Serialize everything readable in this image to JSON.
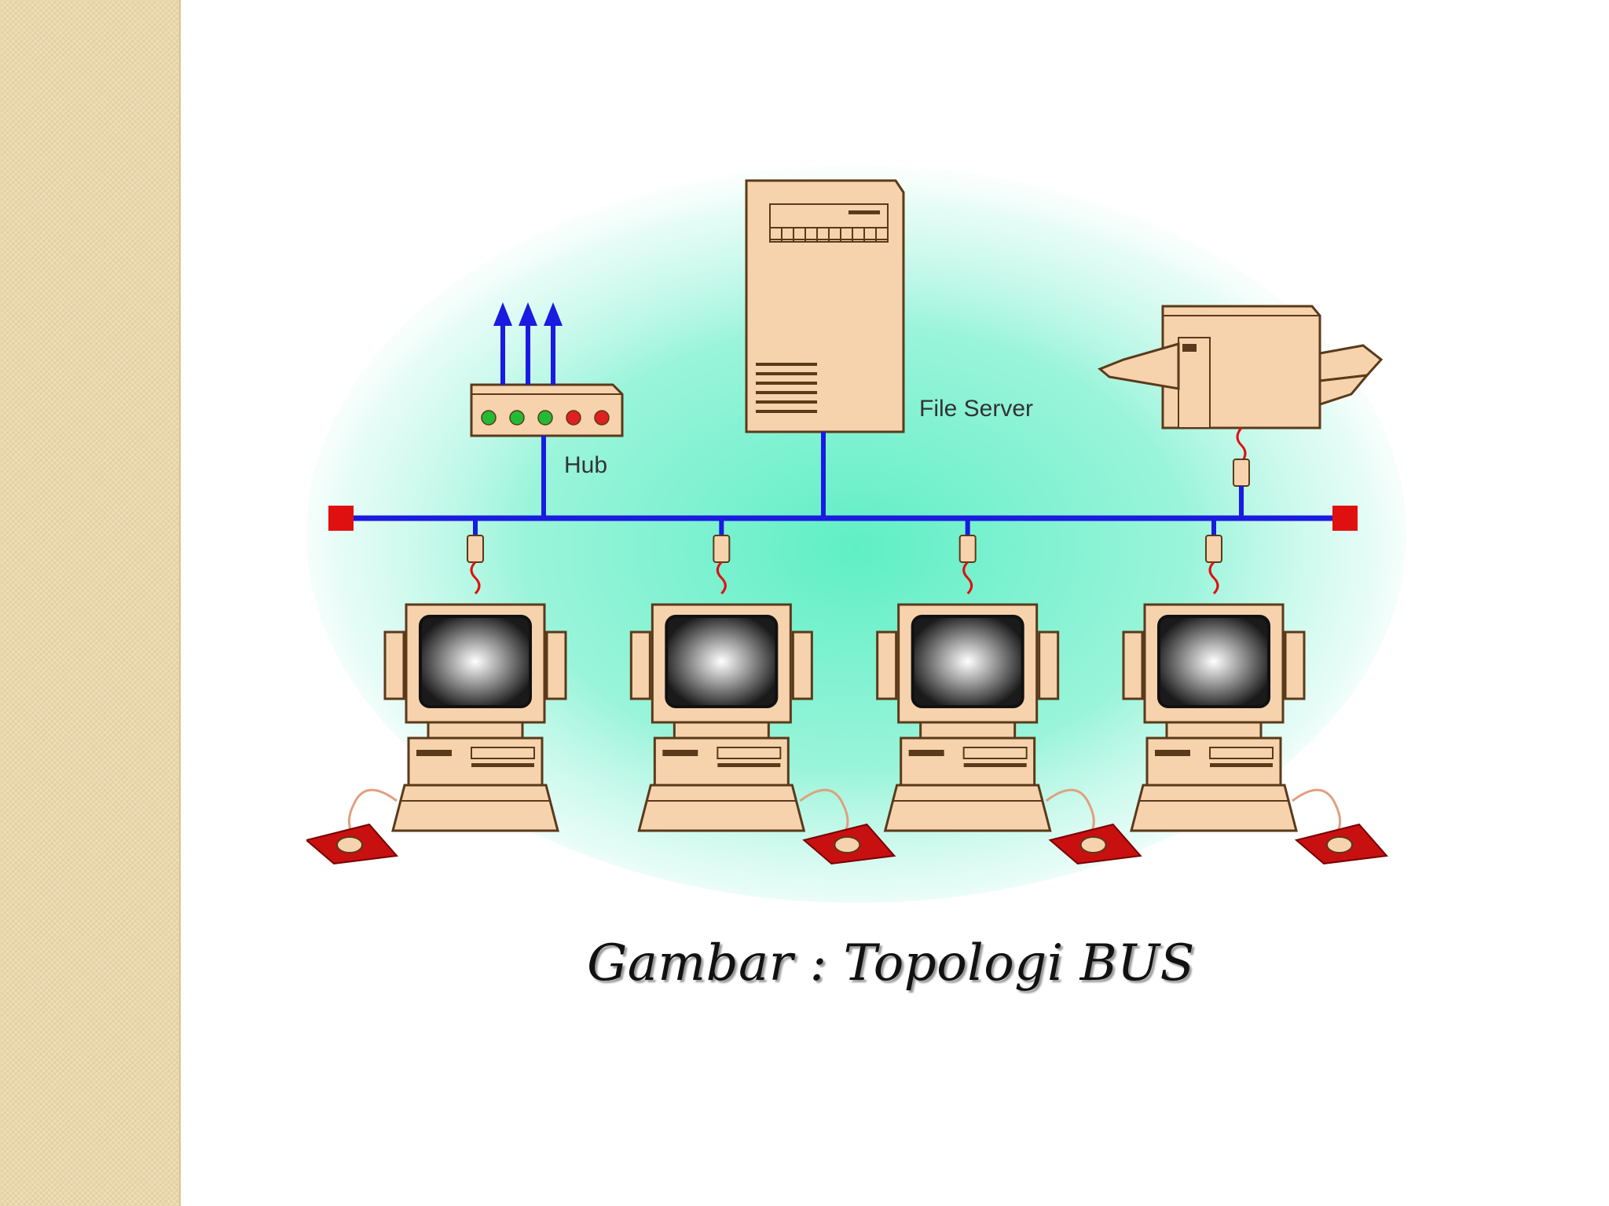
{
  "diagram": {
    "labels": {
      "hub": "Hub",
      "file_server": "File Server"
    },
    "workstation_count": 4,
    "hub_arrow_count": 3,
    "hub_led_colors": [
      "#22bb33",
      "#22bb33",
      "#22bb33",
      "#e02020",
      "#e02020"
    ],
    "colors": {
      "bus": "#1a1ae0",
      "terminator": "#e01010",
      "device_fill": "#f6d3ad",
      "device_stroke": "#5a3a1a",
      "glow": "#5fefc5",
      "drop_cable": "#e01010",
      "mousepad": "#c81010"
    }
  },
  "caption": {
    "text": "Gambar  : Topologi BUS"
  }
}
